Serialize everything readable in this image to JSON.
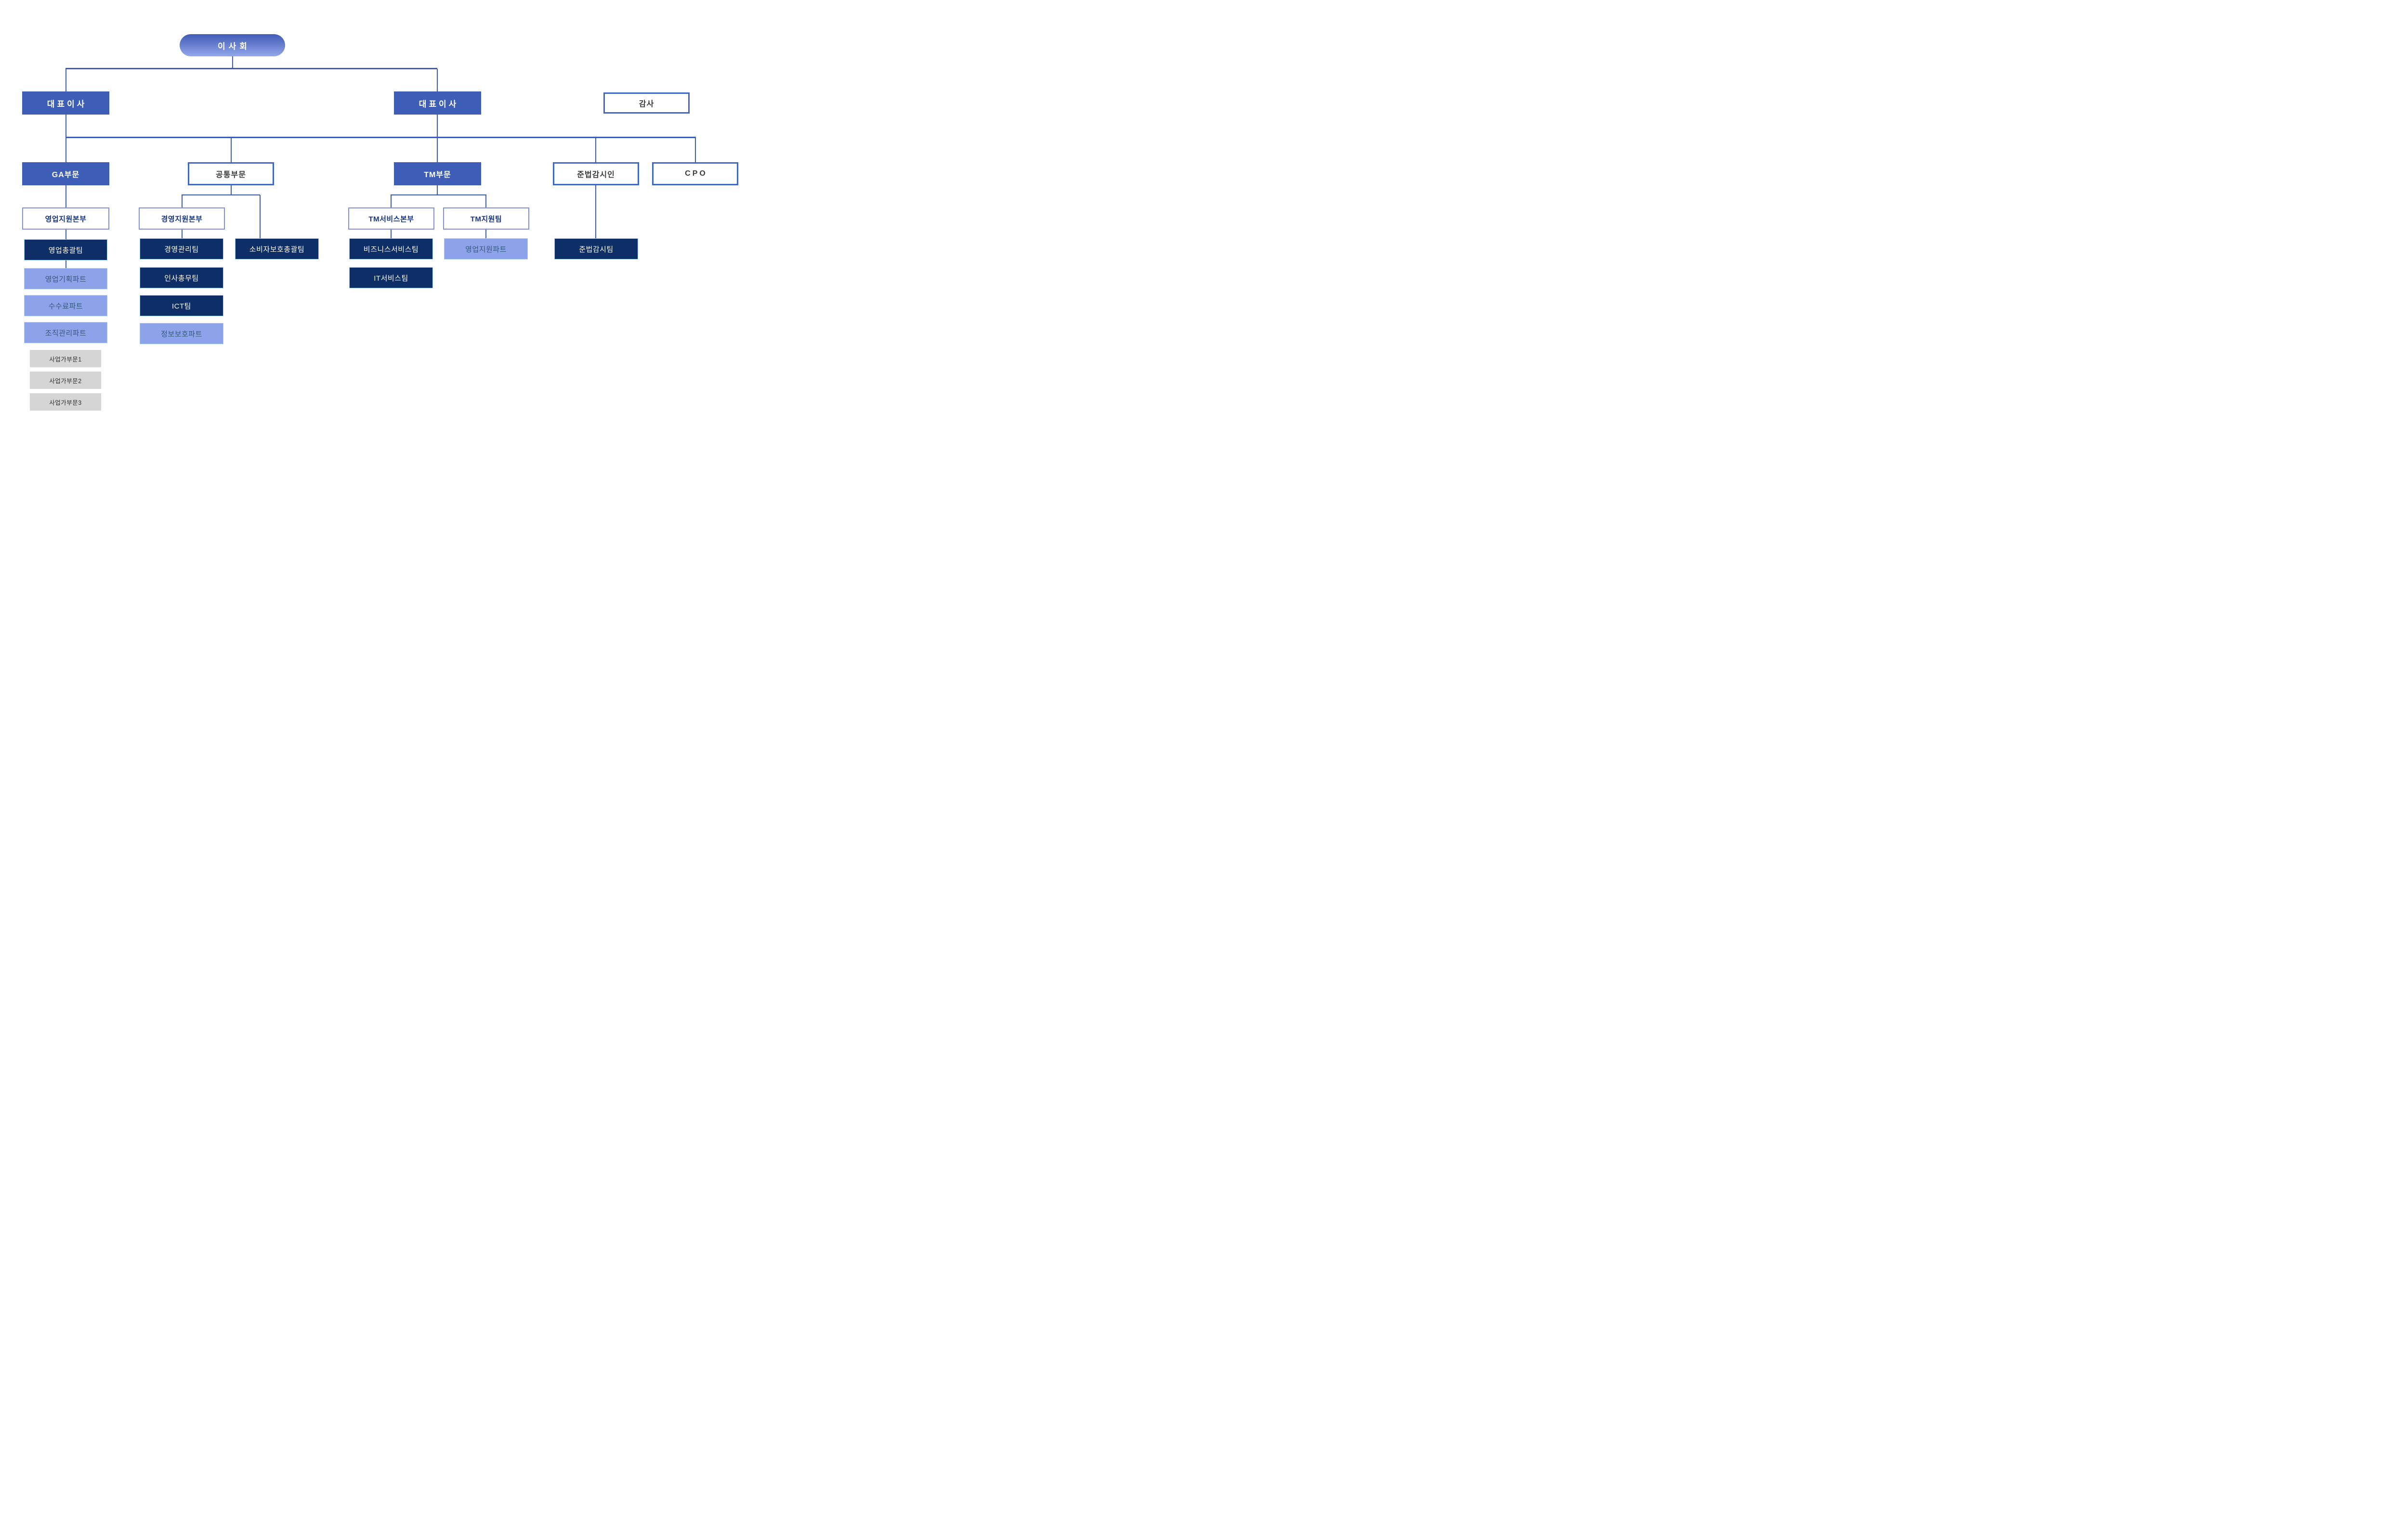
{
  "colors": {
    "royal_blue": "#3D5DB7",
    "dark_navy": "#0D2E66",
    "periwinkle": "#8CA3E9",
    "gray_box": "#D5D5D5",
    "line": "#3D5DB7",
    "outline_border": "#4167C6",
    "hq_border": "#8191DE",
    "navy_text": "#17367E",
    "part_text": "#35587F",
    "dark_text": "#3C3C3C",
    "gray_text": "#2E2E2E"
  },
  "nodes": {
    "board": {
      "label": "이사회"
    },
    "ceo_left": {
      "label": "대표이사"
    },
    "ceo_right": {
      "label": "대표이사"
    },
    "auditor": {
      "label": "감사"
    },
    "ga_division": {
      "label": "GA부문"
    },
    "common_division": {
      "label": "공통부문"
    },
    "tm_division": {
      "label": "TM부문"
    },
    "compliance_officer": {
      "label": "준법감시인"
    },
    "cpo": {
      "label": "CPO"
    },
    "sales_support_hq": {
      "label": "영업지원본부"
    },
    "mgmt_support_hq": {
      "label": "경영지원본부"
    },
    "tm_service_hq": {
      "label": "TM서비스본부"
    },
    "tm_support_team": {
      "label": "TM지원팀"
    },
    "sales_general_team": {
      "label": "영업총괄팀"
    },
    "sales_planning_part": {
      "label": "영업기획파트"
    },
    "fee_part": {
      "label": "수수료파트"
    },
    "org_mgmt_part": {
      "label": "조직관리파트"
    },
    "biz_unit1": {
      "label": "사업가부문1"
    },
    "biz_unit2": {
      "label": "사업가부문2"
    },
    "biz_unit3": {
      "label": "사업가부문3"
    },
    "mgmt_admin_team": {
      "label": "경영관리팀"
    },
    "hr_general_team": {
      "label": "인사총무팀"
    },
    "ict_team": {
      "label": "ICT팀"
    },
    "info_security_part": {
      "label": "정보보호파트"
    },
    "consumer_protection_team": {
      "label": "소비자보호총괄팀"
    },
    "business_service_team": {
      "label": "비즈니스서비스팀"
    },
    "it_service_team": {
      "label": "IT서비스팀"
    },
    "sales_support_part": {
      "label": "영업지원파트"
    },
    "compliance_team": {
      "label": "준법감시팀"
    }
  }
}
